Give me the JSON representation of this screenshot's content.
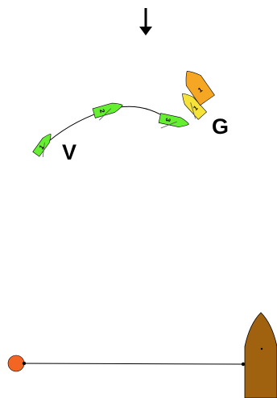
{
  "diagram": {
    "boat_labels": {
      "green": "V",
      "yellow": "G"
    },
    "green_boats": [
      {
        "number": "1"
      },
      {
        "number": "2"
      },
      {
        "number": "3"
      }
    ],
    "yellow_boats": [
      {
        "number": "1"
      },
      {
        "number": "1"
      }
    ],
    "icons": {
      "wind": "wind-direction-arrow-icon",
      "buoy": "orange-buoy-icon",
      "committee_boat": "committee-boat-icon"
    },
    "colors": {
      "green_boat": "#66ee33",
      "yellow_boat": "#f5e33a",
      "orange_boat": "#f5a623",
      "buoy": "#f26522",
      "committee_boat": "#a0620e",
      "line": "#000000"
    }
  }
}
